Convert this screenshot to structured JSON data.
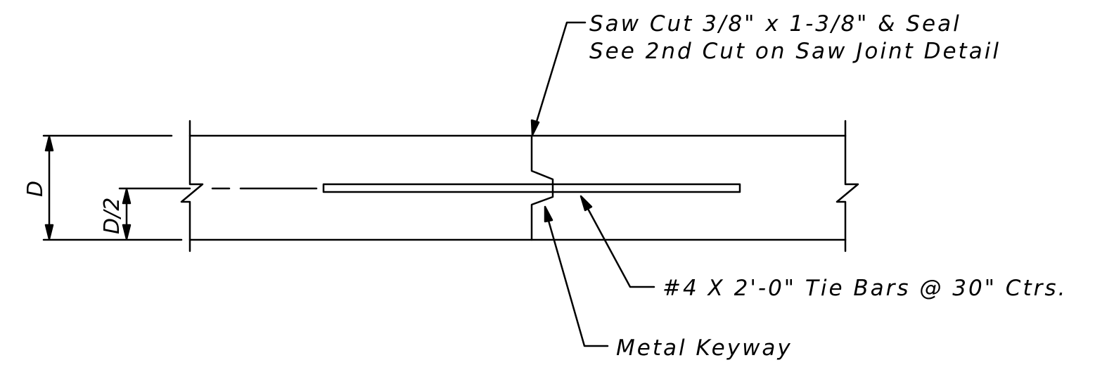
{
  "colors": {
    "ink": "#000000",
    "background": "#ffffff"
  },
  "labels": {
    "saw_cut_line1": "Saw Cut 3/8\" x 1-3/8\" & Seal",
    "saw_cut_line2": "See 2nd Cut on Saw Joint Detail",
    "tie_bars": "#4 X 2'-0\" Tie Bars @ 30\" Ctrs.",
    "metal_keyway": "Metal Keyway"
  },
  "dimensions": {
    "depth": "D",
    "half_depth": "D/2"
  }
}
